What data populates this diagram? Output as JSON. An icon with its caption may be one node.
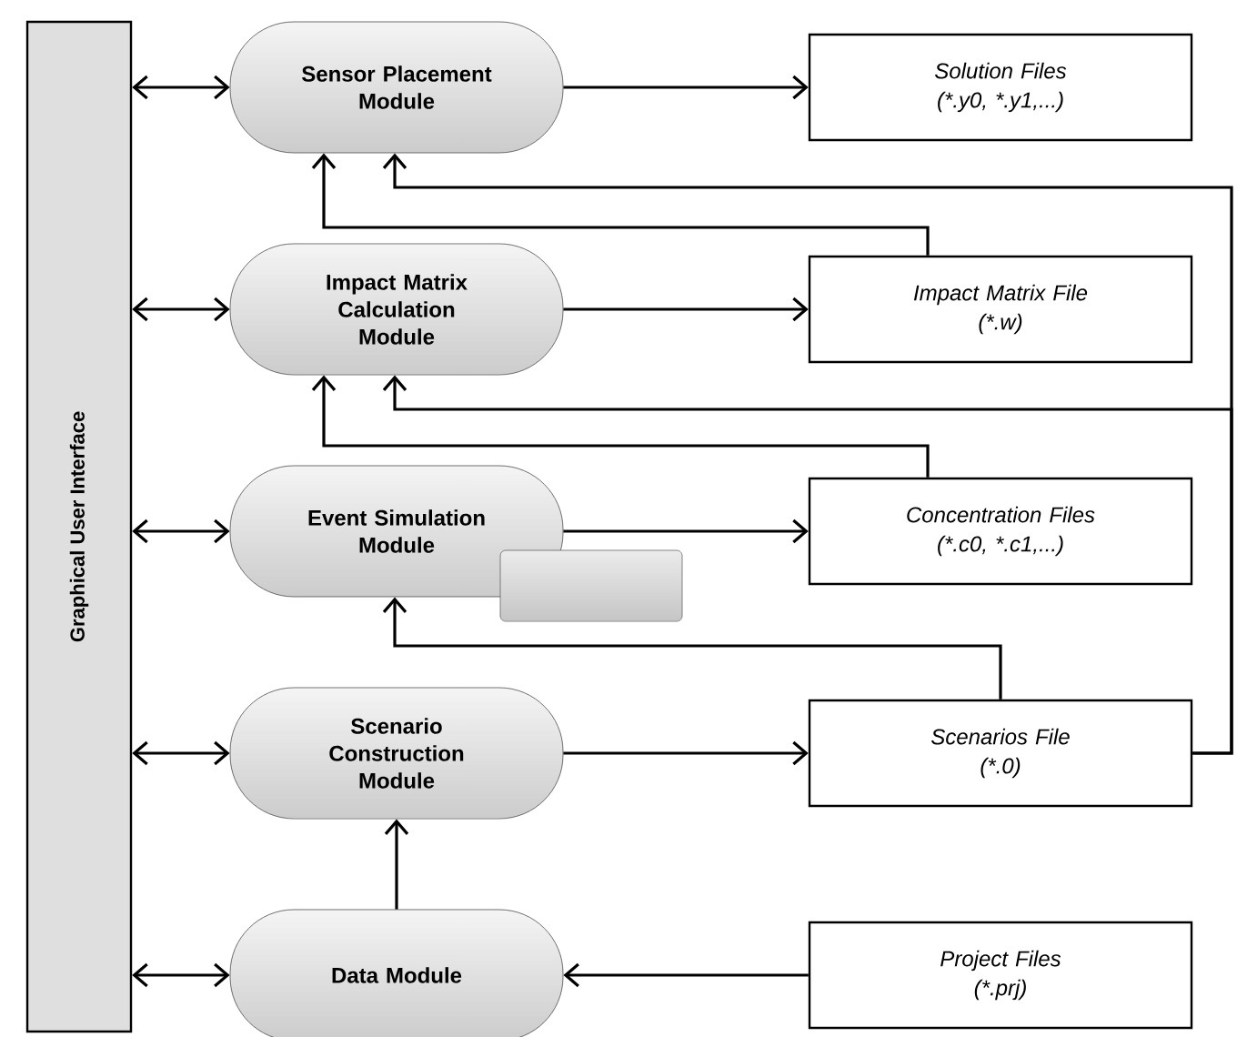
{
  "diagram": {
    "nodes": [
      {
        "text": [
          "Graphical User Interface"
        ]
      },
      {
        "text": [
          "Sensor Placement Module"
        ]
      },
      {
        "text": [
          "Solution Files",
          "(*.y0, *.y1,...)"
        ]
      },
      {
        "text": [
          "Impact Matrix Calculation Module"
        ]
      },
      {
        "text": [
          "Impact Matrix File",
          "(*.w)"
        ]
      },
      {
        "text": [
          "Event Simulation Module"
        ]
      },
      {
        "text": [],
        "shape": "box"
      },
      {
        "text": [
          "Concentration Files",
          "(*.c0, *.c1,...)"
        ]
      },
      {
        "text": [
          "Scenario Construction Module"
        ]
      },
      {
        "text": [
          "Scenarios File",
          "(*.0)"
        ]
      },
      {
        "text": [
          "Data Module"
        ]
      },
      {
        "text": [
          "Project Files",
          "(*.prj)"
        ]
      }
    ],
    "edges": [
      {
        "from": 0,
        "to": 1,
        "arrow": "both"
      },
      {
        "from": 0,
        "to": 3,
        "arrow": "both"
      },
      {
        "from": 0,
        "to": 5,
        "arrow": "both"
      },
      {
        "from": 0,
        "to": 8,
        "arrow": "both"
      },
      {
        "from": 0,
        "to": 10,
        "arrow": "both"
      },
      {
        "from": 1,
        "to": 2,
        "arrow": "to"
      },
      {
        "from": 4,
        "to": 1,
        "arrow": "to"
      },
      {
        "from": 9,
        "to": 1,
        "arrow": "to"
      },
      {
        "from": 3,
        "to": 4,
        "arrow": "to"
      },
      {
        "from": 7,
        "to": 3,
        "arrow": "to"
      },
      {
        "from": 9,
        "to": 3,
        "arrow": "to"
      },
      {
        "from": 5,
        "to": 7,
        "arrow": "to"
      },
      {
        "from": 9,
        "to": 5,
        "arrow": "to"
      },
      {
        "from": 8,
        "to": 9,
        "arrow": "to"
      },
      {
        "from": 10,
        "to": 8,
        "arrow": "to"
      },
      {
        "from": 11,
        "to": 10,
        "arrow": "to"
      }
    ]
  }
}
